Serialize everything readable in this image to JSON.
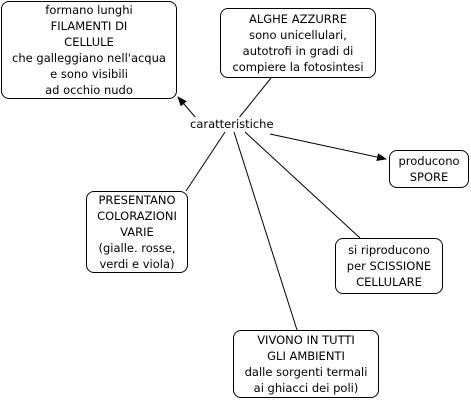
{
  "hub": {
    "label": "caratteristiche"
  },
  "nodes": {
    "filamenti": {
      "lines": [
        "formano lunghi",
        "FILAMENTI DI",
        "CELLULE",
        "che galleggiano nell'acqua",
        "e sono visibili",
        "ad occhio nudo"
      ]
    },
    "alghe": {
      "lines": [
        "ALGHE AZZURRE",
        "sono unicellulari,",
        "autotrofi in gradi di",
        "compiere la fotosintesi"
      ]
    },
    "spore": {
      "lines": [
        "producono",
        "SPORE"
      ]
    },
    "colorazioni": {
      "lines": [
        "PRESENTANO",
        "COLORAZIONI",
        "VARIE",
        "(gialle. rosse,",
        "verdi e viola)"
      ]
    },
    "scissione": {
      "lines": [
        "si riproducono",
        "per SCISSIONE",
        "CELLULARE"
      ]
    },
    "ambienti": {
      "lines": [
        "VIVONO IN TUTTI",
        "GLI AMBIENTI",
        "dalle sorgenti termali",
        "ai ghiacci dei poli)"
      ]
    }
  }
}
